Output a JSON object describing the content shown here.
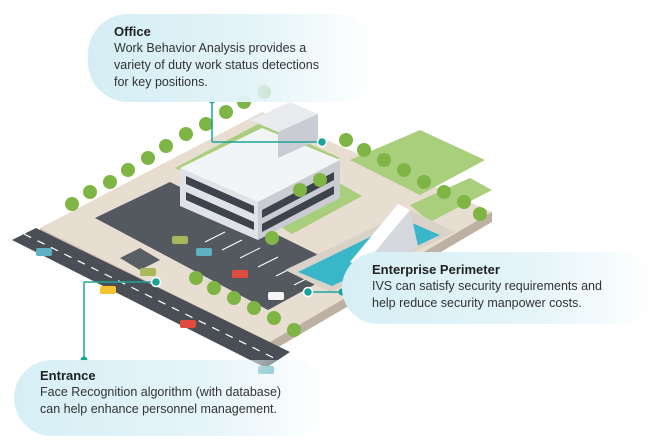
{
  "callouts": {
    "office": {
      "title": "Office",
      "line1": "Work Behavior Analysis provides a",
      "line2": "variety of duty work status detections",
      "line3": "for key positions."
    },
    "perimeter": {
      "title": "Enterprise Perimeter",
      "line1": "IVS can satisfy security requirements and",
      "line2": "help reduce security manpower costs."
    },
    "entrance": {
      "title": "Entrance",
      "line1": "Face Recognition algorithm (with database)",
      "line2": "can help enhance personnel management."
    }
  },
  "colors": {
    "accent": "#1aa59a",
    "bubble": "#d4eef4",
    "ground": "#e6ddd2",
    "road": "#4a4e55",
    "tree": "#7fb545",
    "building": "#e9ebee",
    "windows": "#3e434b",
    "water": "#39b7c9"
  },
  "scene_parts": [
    "office-building",
    "parking-lot",
    "road",
    "pond",
    "monument",
    "trees",
    "cars"
  ]
}
